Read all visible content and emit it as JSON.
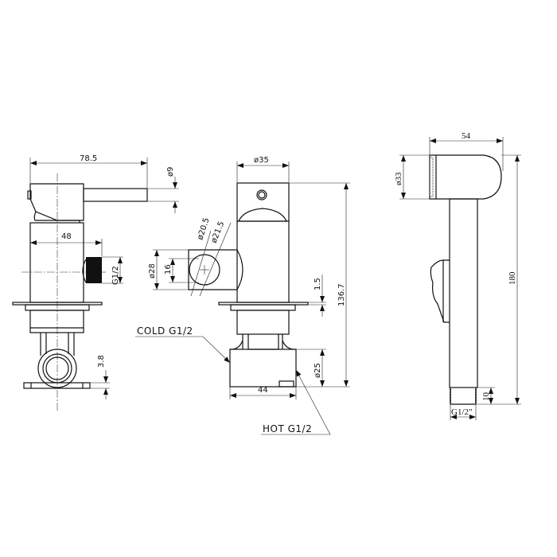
{
  "drawing": {
    "side_view": {
      "dims": {
        "lever_length": "78.5",
        "lever_diameter": "ø9",
        "outlet_reach": "48",
        "outlet_thread": "G1/2",
        "base_thickness": "3.8"
      }
    },
    "front_view": {
      "dims": {
        "body_diameter": "ø35",
        "overall_height": "136.7",
        "flange_thickness": "1.5",
        "inlet_diameter": "ø25",
        "inlet_width": "44",
        "outlet_diameter": "ø28",
        "outlet_bore": "16",
        "bore_diameter_1": "ø20.5",
        "bore_diameter_2": "ø21.5"
      },
      "labels": {
        "cold": "COLD G1/2",
        "hot": "HOT G1/2"
      }
    },
    "spray_view": {
      "dims": {
        "head_length": "54",
        "head_diameter": "ø33",
        "overall_length": "180",
        "thread_length": "10",
        "thread": "G1/2\""
      }
    }
  }
}
